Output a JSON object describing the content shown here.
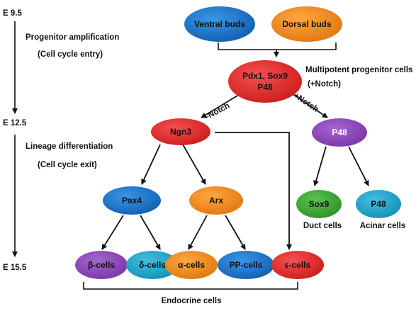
{
  "stages": {
    "e95": "E 9.5",
    "e125": "E 12.5",
    "e155": "E 15.5"
  },
  "phases": {
    "amplification": "Progenitor amplification",
    "entry": "(Cell cycle entry)",
    "differentiation": "Lineage differentiation",
    "exit": "(Cell cycle exit)"
  },
  "nodes": {
    "ventral": "Ventral buds",
    "dorsal": "Dorsal buds",
    "progenitor_line1": "Pdx1, Sox9",
    "progenitor_line2": "P48",
    "ngn3": "Ngn3",
    "p48": "P48",
    "pax4": "Pax4",
    "arx": "Arx",
    "sox9": "Sox9",
    "p48_acinar": "P48",
    "beta": "β-cells",
    "delta": "δ-cells",
    "alpha": "α-cells",
    "pp": "PP-cells",
    "epsilon": "ε-cells"
  },
  "labels": {
    "multipotent": "Multipotent progenitor cells",
    "plus_notch_paren": "(+Notch)",
    "minus_notch": "–Notch",
    "plus_notch": "+Notch",
    "duct": "Duct cells",
    "acinar": "Acinar cells",
    "endocrine": "Endocrine cells"
  },
  "colors": {
    "blue": "#1670c8",
    "orange": "#f08a1c",
    "red": "#e22a2a",
    "purple": "#8a46b8",
    "green": "#3fa535",
    "cyan": "#1ea3c8",
    "text": "#111111"
  }
}
